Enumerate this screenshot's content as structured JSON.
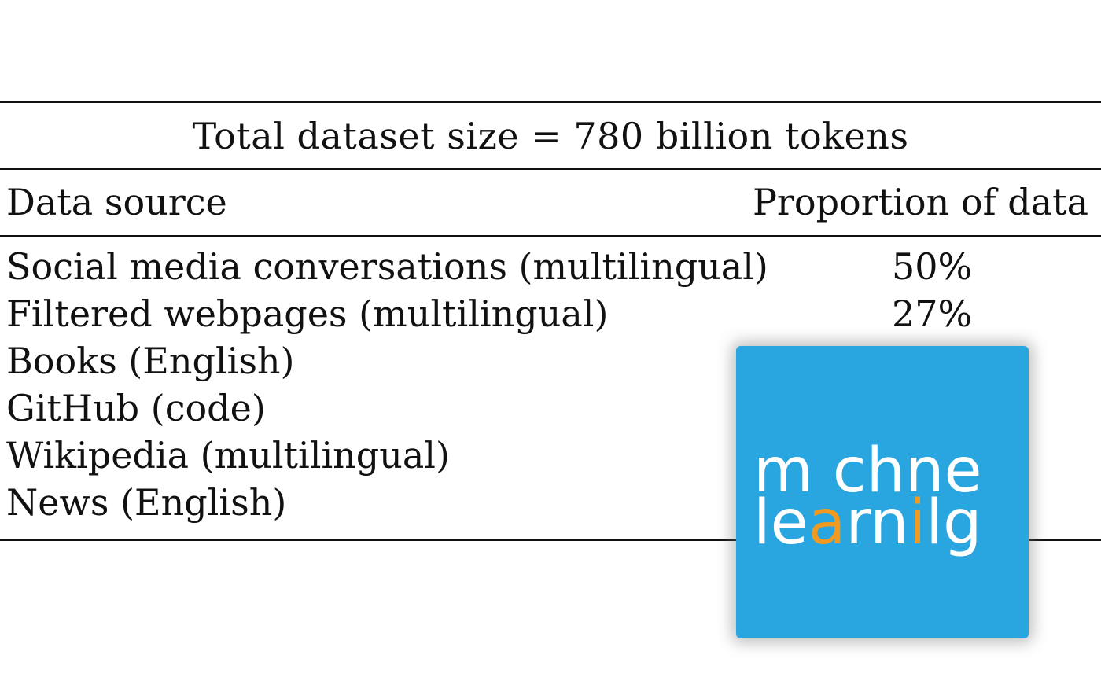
{
  "table": {
    "caption": "Total dataset size = 780 billion tokens",
    "headers": {
      "source": "Data source",
      "proportion": "Proportion of data"
    },
    "rows": [
      {
        "source": "Social media conversations (multilingual)",
        "proportion": "50%"
      },
      {
        "source": "Filtered webpages (multilingual)",
        "proportion": "27%"
      },
      {
        "source": "Books (English)",
        "proportion": ""
      },
      {
        "source": "GitHub (code)",
        "proportion": ""
      },
      {
        "source": "Wikipedia (multilingual)",
        "proportion": ""
      },
      {
        "source": "News (English)",
        "proportion": ""
      }
    ]
  },
  "logo": {
    "line1_part1": "m",
    "line1_part2": " ch",
    "line1_part3": "ne",
    "line2_part1": "le",
    "line2_accent1": "a",
    "line2_part2": "rn",
    "line2_accent2": "i",
    "line2_part3": "lg",
    "background_color": "#29a6df",
    "accent_color": "#f19a1f"
  }
}
